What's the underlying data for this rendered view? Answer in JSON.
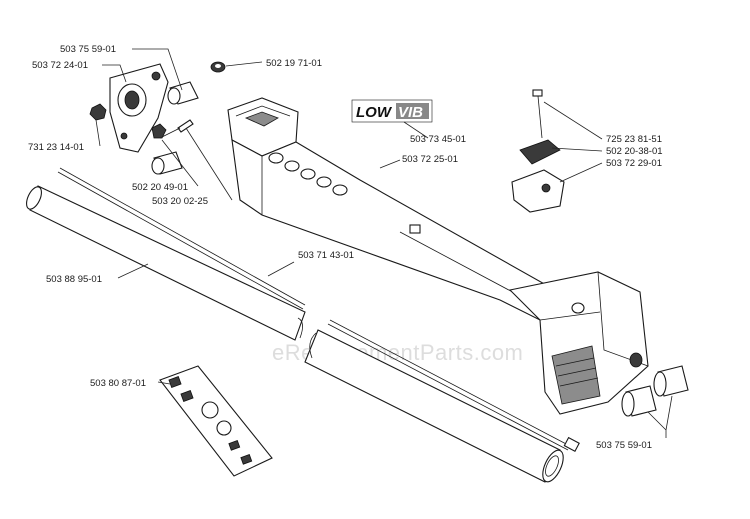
{
  "labels": {
    "p1": "503 75 59-01",
    "p2": "503 72 24-01",
    "p3": "731 23 14-01",
    "p4": "502 20 49-01",
    "p5": "503 20 02-25",
    "p6": "502 19 71-01",
    "p7": "503 73 45-01",
    "p8": "503 72 25-01",
    "p9": "725 23 81-51",
    "p10": "502 20-38-01",
    "p11": "503 72 29-01",
    "p12": "503 71 43-01",
    "p13": "503 88 95-01",
    "p14": "503 80 87-01",
    "p15": "503 75 59-01"
  },
  "logo": {
    "text_left": "LOW",
    "text_right": "VIB"
  },
  "watermark": "eReplacementParts.com",
  "colors": {
    "line": "#1a1a1a",
    "shade": "#8c8c8c",
    "dark": "#3a3a3a",
    "watermark": "#cfcfcf"
  }
}
